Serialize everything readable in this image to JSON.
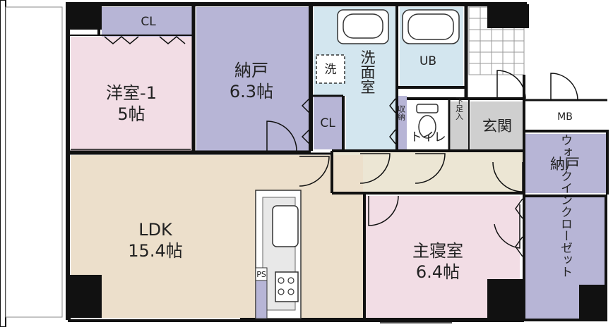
{
  "rooms": {
    "western1": {
      "name": "洋室-1",
      "size": "5帖"
    },
    "storage_top": {
      "name": "納戸",
      "size": "6.3帖"
    },
    "ldk": {
      "name": "LDK",
      "size": "15.4帖"
    },
    "master": {
      "name": "主寝室",
      "size": "6.4帖"
    },
    "storage_right": {
      "name": "納戸"
    },
    "wic": {
      "name": "ウォークインクローゼット"
    },
    "entrance": {
      "name": "玄関"
    },
    "wash": {
      "name": "洗面室"
    },
    "ub": {
      "name": "UB"
    },
    "toilet": {
      "name": "トイレ"
    },
    "shoe": {
      "name": "下足入"
    },
    "mb": {
      "name": "MB"
    },
    "cl_top": {
      "name": "CL"
    },
    "cl_mid": {
      "name": "CL"
    },
    "storage_small": {
      "name": "収納"
    },
    "washer": {
      "name": "洗"
    },
    "ps": {
      "name": "PS"
    }
  },
  "colors": {
    "pink": "#f2dde5",
    "lavender": "#b7b5d6",
    "beige": "#ecdfcb",
    "cream": "#ece6d4",
    "lightblue": "#d3e6ef",
    "gray": "#cfcfcf",
    "wall": "#111111"
  }
}
